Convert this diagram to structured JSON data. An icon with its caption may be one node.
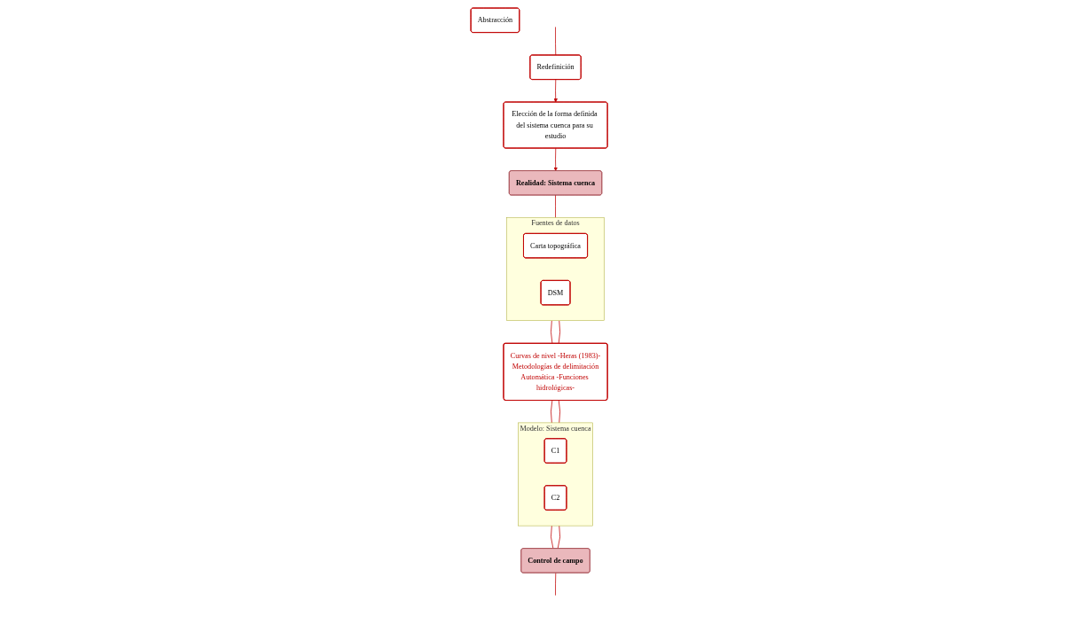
{
  "diagram": {
    "nodes": [
      {
        "text": [
          "Realidad: Sistema cuenca"
        ]
      },
      {
        "text": [
          "Fuentes de datos"
        ]
      },
      {
        "text": [
          "Carta topográfica"
        ],
        "in": 1
      },
      {
        "text": [
          "DSM"
        ],
        "in": 1
      },
      {
        "text": [
          "Curvas de nivel -Heras (1983)-",
          "Metodologías de delimitación",
          "Automática -Funciones hidrológicas-"
        ]
      },
      {
        "text": [
          "Modelo: Sistema cuenca"
        ]
      },
      {
        "text": [
          "C1"
        ],
        "in": 5
      },
      {
        "text": [
          "C2"
        ],
        "in": 5
      },
      {
        "text": [
          "Control de campo"
        ]
      },
      {
        "text": [
          "Abstracción"
        ]
      },
      {
        "text": [
          "Elección de la forma definida del sistema cuenca para su estudio"
        ]
      },
      {
        "text": [
          "Redefinición"
        ]
      }
    ],
    "edges": [
      {
        "from": 0,
        "to": 1,
        "arrow": "none"
      },
      {
        "from": 1,
        "to": 4,
        "arrow": "none"
      },
      {
        "from": 1,
        "to": 4,
        "arrow": "none"
      },
      {
        "from": 4,
        "to": 5,
        "arrow": "none"
      },
      {
        "from": 4,
        "to": 5,
        "arrow": "none"
      },
      {
        "from": 5,
        "to": 8,
        "arrow": "none"
      },
      {
        "from": 5,
        "to": 8,
        "arrow": "none"
      },
      {
        "from": 8,
        "to": null,
        "arrow": "none"
      },
      {
        "from": null,
        "to": 11,
        "arrow": "none"
      },
      {
        "from": 11,
        "to": 10,
        "arrow": "to"
      },
      {
        "from": 10,
        "to": 0,
        "arrow": "to"
      }
    ]
  }
}
